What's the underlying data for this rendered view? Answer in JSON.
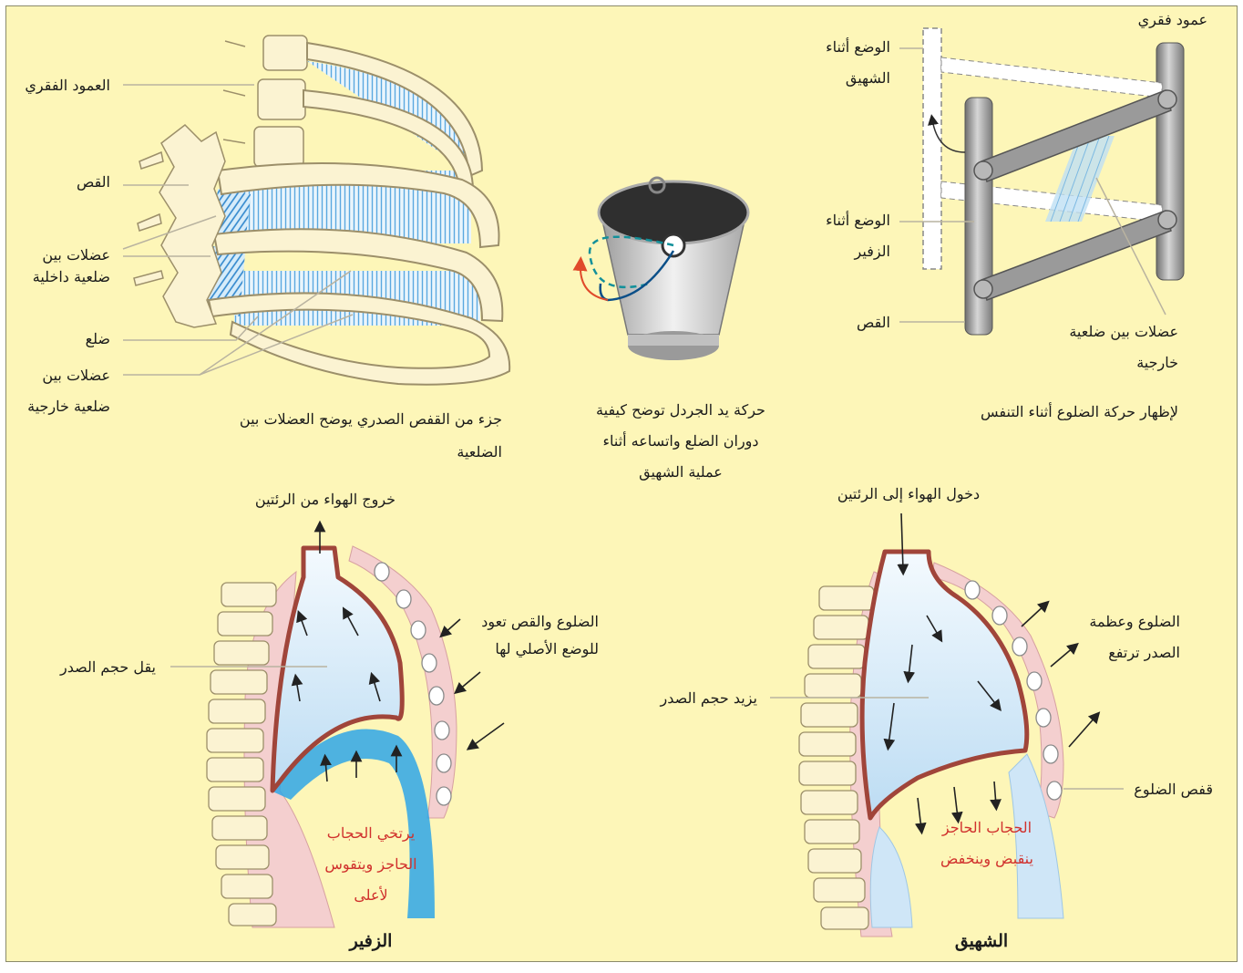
{
  "colors": {
    "background": "#fdf6b8",
    "bone": "#fbf3d2",
    "muscle_blue": "#5aa8e0",
    "lung_blue": "#cfe6f7",
    "diaphragm_blue": "#2fa6e6",
    "pleura_brown": "#a0453a",
    "pink_tissue": "#f4cfcf",
    "red_text": "#d0312d",
    "steel": "#9a9a9a"
  },
  "top_left": {
    "labels": {
      "spine": "العمود الفقري",
      "sternum": "القص",
      "internal_intercostal_1": "عضلات بين",
      "internal_intercostal_2": "ضلعية داخلية",
      "rib": "ضلع",
      "external_intercostal_1": "عضلات بين",
      "external_intercostal_2": "ضلعية خارجية"
    },
    "caption_1": "جزء من القفص الصدري يوضح العضلات بين",
    "caption_2": "الضلعية"
  },
  "top_center": {
    "caption_1": "حركة يد الجردل توضح كيفية",
    "caption_2": "دوران الضلع واتساعه أثناء",
    "caption_3": "عملية الشهيق"
  },
  "top_right": {
    "labels": {
      "vertebral_column": "عمود فقري",
      "inhale_position_1": "الوضع أثناء",
      "inhale_position_2": "الشهيق",
      "exhale_position_1": "الوضع أثناء",
      "exhale_position_2": "الزفير",
      "sternum": "القص",
      "external_intercostal_1": "عضلات بين ضلعية",
      "external_intercostal_2": "خارجية"
    },
    "caption": "لإظهار حركة الضلوع أثناء التنفس"
  },
  "bottom_left": {
    "air_out": "خروج الهواء من الرئتين",
    "ribs_return_1": "الضلوع والقص تعود",
    "ribs_return_2": "للوضع الأصلي لها",
    "volume_decreases": "يقل حجم الصدر",
    "diaphragm_relaxes_1": "يرتخي الحجاب",
    "diaphragm_relaxes_2": "الحاجز ويتقوس",
    "diaphragm_relaxes_3": "لأعلى",
    "title": "الزفير"
  },
  "bottom_right": {
    "air_in": "دخول الهواء إلى الرئتين",
    "ribs_rise_1": "الضلوع وعظمة",
    "ribs_rise_2": "الصدر ترتفع",
    "volume_increases": "يزيد حجم الصدر",
    "rib_cage": "قفص الضلوع",
    "diaphragm_contracts_1": "الحجاب الحاجز",
    "diaphragm_contracts_2": "ينقبض وينخفض",
    "title": "الشهيق"
  }
}
